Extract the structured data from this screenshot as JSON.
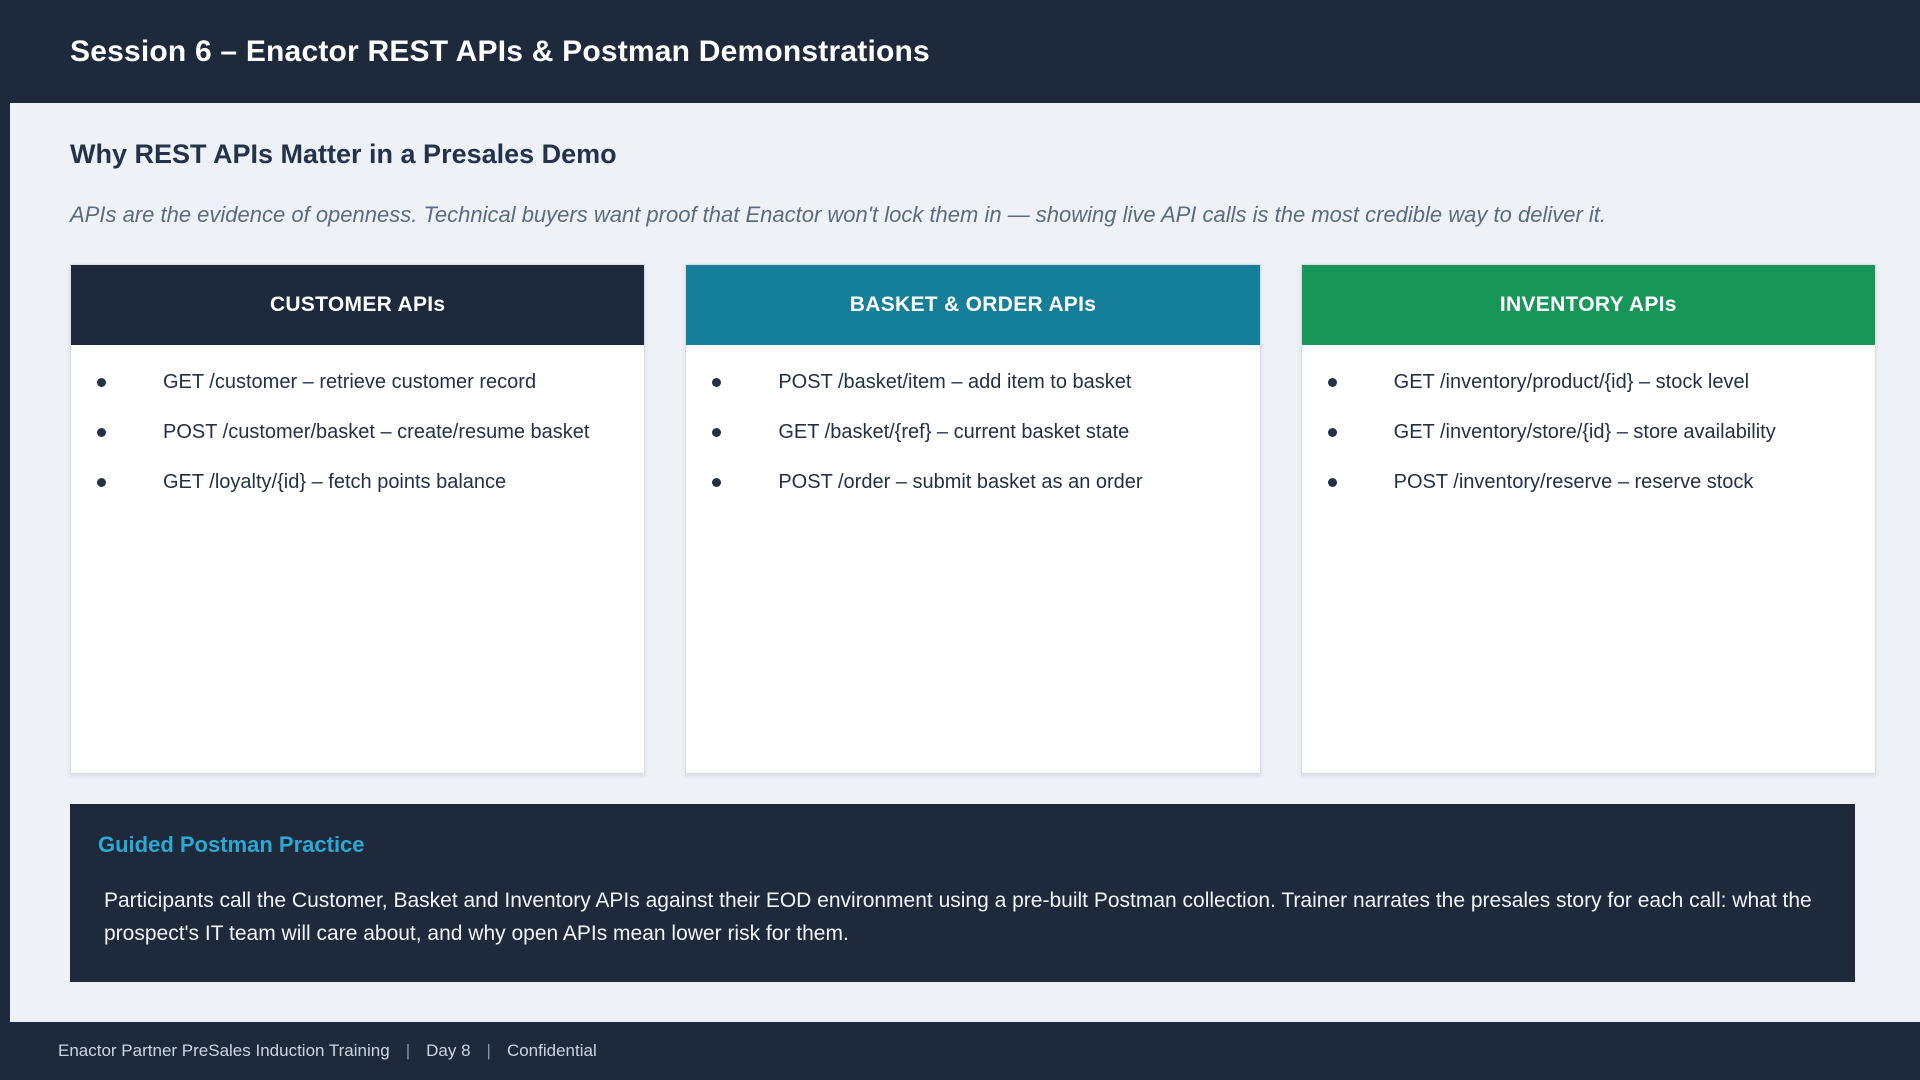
{
  "header": {
    "title": "Session 6 – Enactor REST APIs & Postman Demonstrations"
  },
  "main": {
    "heading": "Why REST APIs Matter in a Presales Demo",
    "lead": "APIs are the evidence of openness. Technical buyers want proof that Enactor won't lock them in — showing live API calls is the most credible way to deliver it.",
    "cards": [
      {
        "title": "CUSTOMER APIs",
        "color": "#1e2a3b",
        "items": [
          "GET /customer – retrieve customer record",
          "POST /customer/basket – create/resume basket",
          "GET /loyalty/{id} – fetch points balance"
        ]
      },
      {
        "title": "BASKET & ORDER APIs",
        "color": "#157f99",
        "items": [
          "POST /basket/item – add item to basket",
          "GET /basket/{ref} – current basket state",
          "POST /order – submit basket as an order"
        ]
      },
      {
        "title": "INVENTORY APIs",
        "color": "#169658",
        "items": [
          "GET /inventory/product/{id} – stock level",
          "GET /inventory/store/{id} – store availability",
          "POST /inventory/reserve – reserve stock"
        ]
      }
    ],
    "practice": {
      "title": "Guided Postman Practice",
      "accent": "#2aa9d2",
      "body": "Participants call the Customer, Basket and Inventory APIs against their EOD environment using a pre-built Postman collection. Trainer narrates the presales story for each call: what the prospect's IT team will care about, and why open APIs mean lower risk for them."
    }
  },
  "footer": {
    "training": "Enactor Partner PreSales Induction Training",
    "day": "Day 8",
    "confidential": "Confidential",
    "separator": "|"
  },
  "colors": {
    "navy": "#1e2a3b",
    "teal": "#157f99",
    "green": "#169658",
    "cyan": "#2aa9d2",
    "page_background": "#eef1f6",
    "card_background": "#ffffff",
    "footer_text": "#ccd5df"
  }
}
